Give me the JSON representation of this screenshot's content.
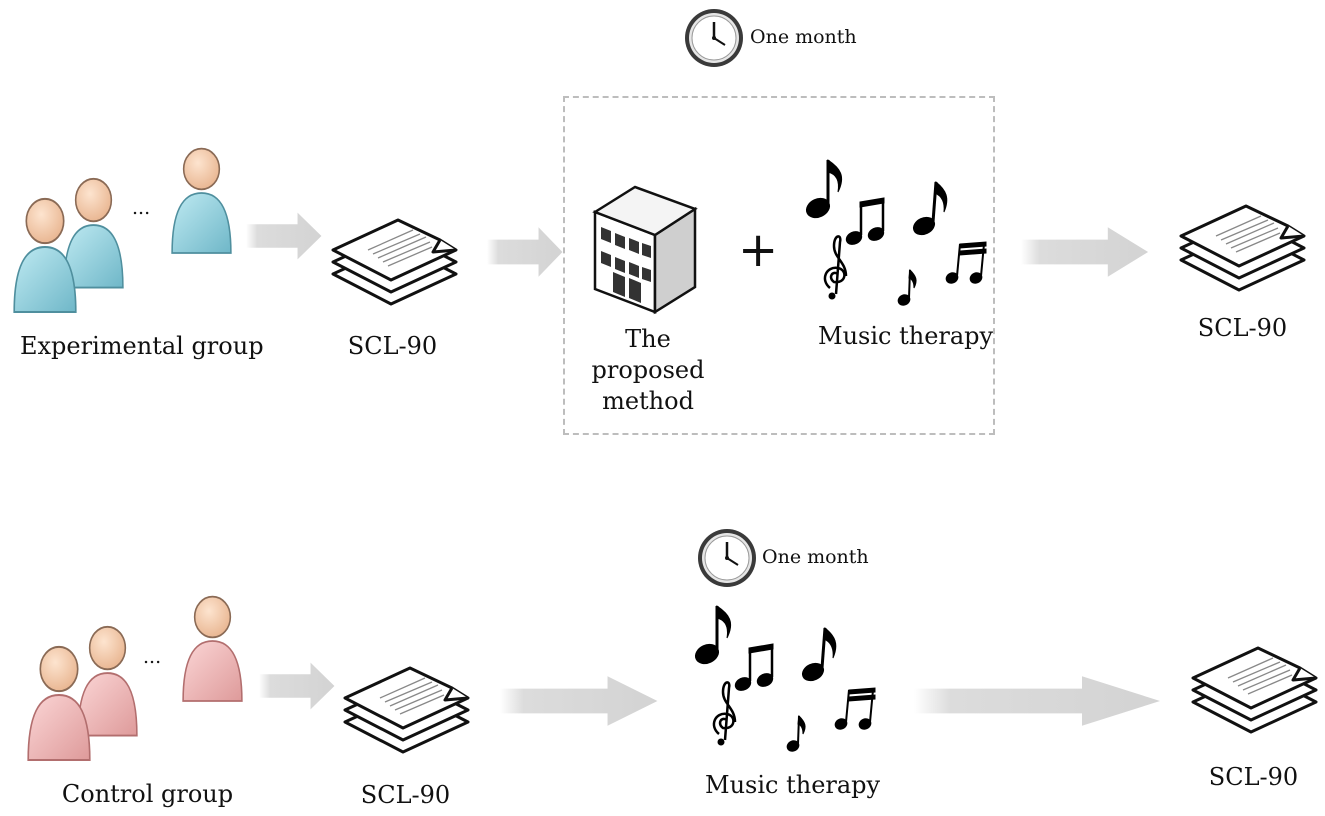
{
  "experimental": {
    "group_label": "Experimental group",
    "pre_test": "SCL-90",
    "duration": "One month",
    "method_label": "The proposed method",
    "plus": "+",
    "therapy_label": "Music therapy",
    "post_test": "SCL-90",
    "ellipsis": "..."
  },
  "control": {
    "group_label": "Control group",
    "pre_test": "SCL-90",
    "duration": "One month",
    "therapy_label": "Music therapy",
    "post_test": "SCL-90",
    "ellipsis": "..."
  },
  "colors": {
    "experimental_person": "#8fd0dc",
    "control_person": "#f0b3b3",
    "arrow": "#d9d9d9",
    "dashed_border": "#bdbdbd"
  },
  "icons": [
    "person-icon",
    "document-stack-icon",
    "clock-icon",
    "building-icon",
    "music-notes-icon",
    "arrow-right-icon"
  ]
}
